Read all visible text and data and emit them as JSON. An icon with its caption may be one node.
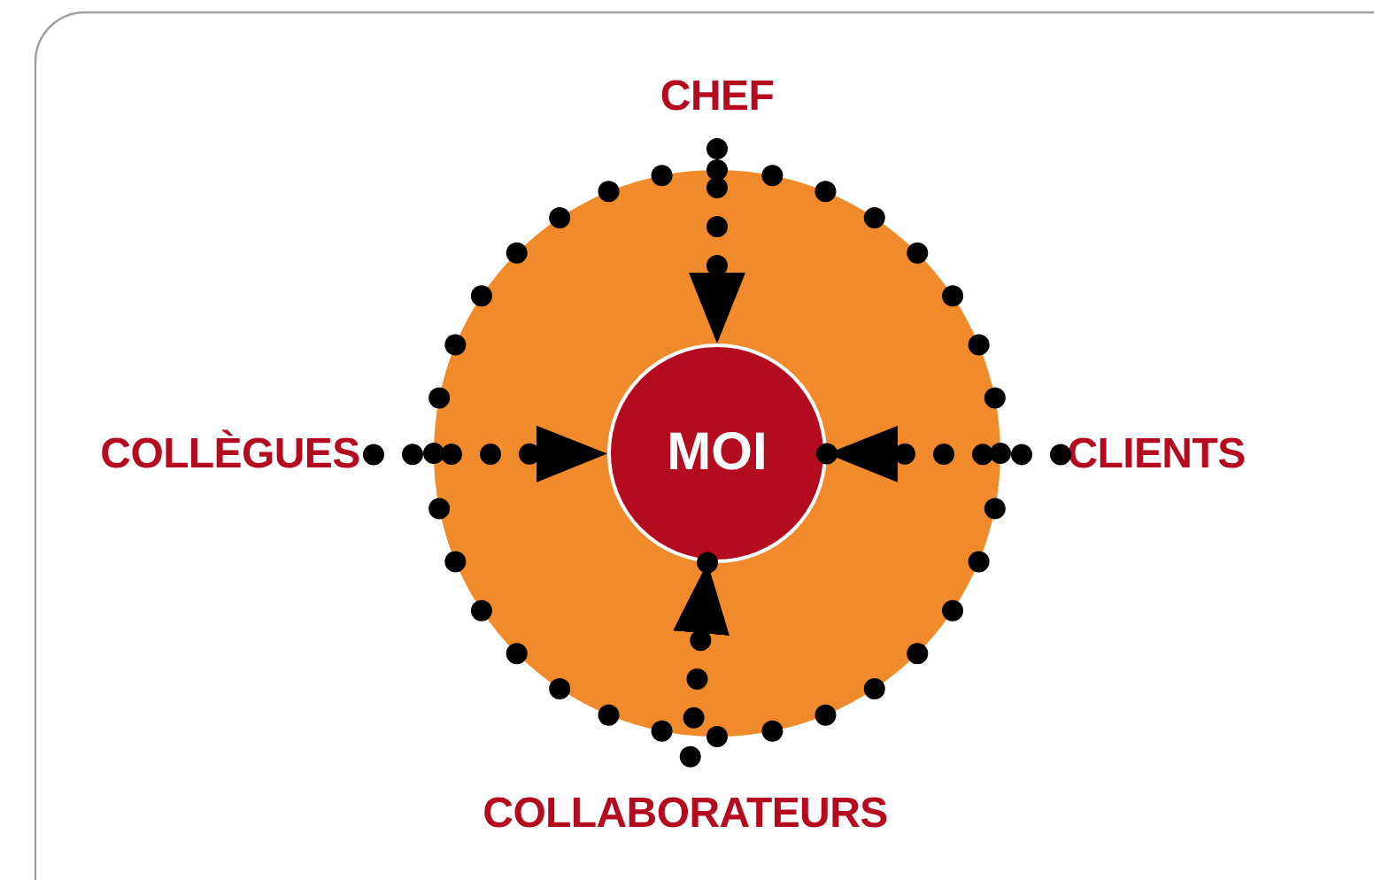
{
  "diagram": {
    "nodes": [
      {
        "text": [
          "CHEF"
        ]
      },
      {
        "text": [],
        "shape": "circle"
      },
      {
        "text": [
          "MOI"
        ],
        "in": 1
      },
      {
        "text": [
          "COLLÈGUES"
        ]
      },
      {
        "text": [
          "CLIENTS"
        ]
      },
      {
        "text": [
          "COLLABORATEURS"
        ]
      }
    ],
    "edges": [
      {
        "from": 0,
        "to": 2,
        "arrow": "to",
        "style": "dashed"
      },
      {
        "from": 3,
        "to": 2,
        "arrow": "to",
        "style": "dashed"
      },
      {
        "from": 4,
        "to": 2,
        "arrow": "to",
        "style": "dashed"
      },
      {
        "from": 5,
        "to": 2,
        "arrow": "to",
        "style": "dashed"
      }
    ]
  }
}
